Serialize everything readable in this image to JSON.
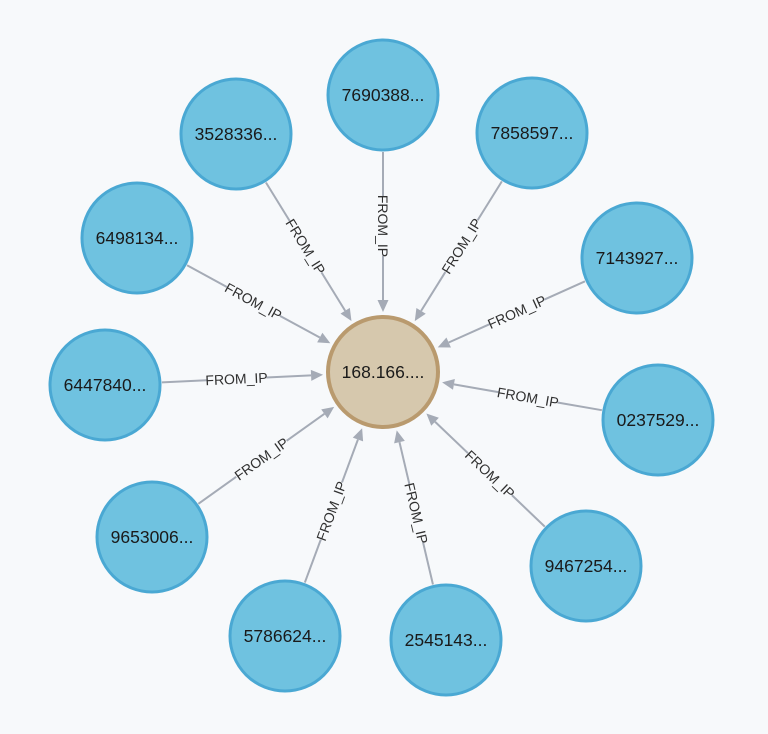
{
  "graph": {
    "center_node": {
      "id": "ip",
      "label": "168.166...."
    },
    "relationship_label": "FROM_IP",
    "outer_nodes": [
      {
        "id": "n1",
        "label": "7690388..."
      },
      {
        "id": "n2",
        "label": "7858597..."
      },
      {
        "id": "n3",
        "label": "7143927..."
      },
      {
        "id": "n4",
        "label": "0237529..."
      },
      {
        "id": "n5",
        "label": "9467254..."
      },
      {
        "id": "n6",
        "label": "2545143..."
      },
      {
        "id": "n7",
        "label": "5786624..."
      },
      {
        "id": "n8",
        "label": "9653006..."
      },
      {
        "id": "n9",
        "label": "6447840..."
      },
      {
        "id": "n10",
        "label": "6498134..."
      },
      {
        "id": "n11",
        "label": "3528336..."
      }
    ],
    "colors": {
      "user_node_fill": "#6fc2e0",
      "user_node_stroke": "#4aa8d3",
      "ip_node_fill": "#d6c8ad",
      "ip_node_stroke": "#b99a6e",
      "edge": "#a5abb6"
    }
  }
}
